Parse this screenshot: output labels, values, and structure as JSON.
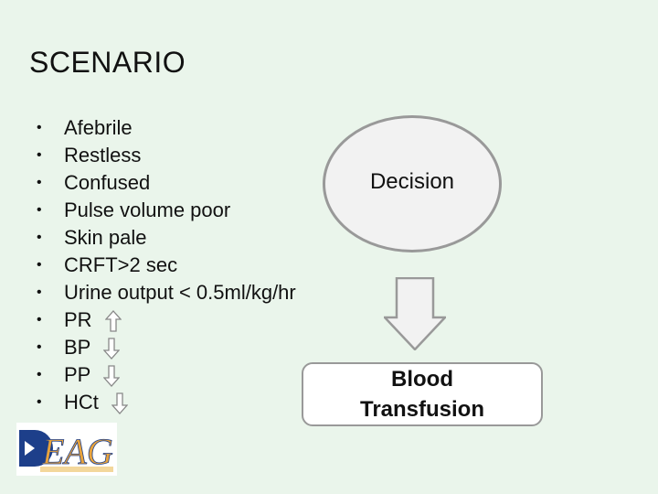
{
  "slide": {
    "title": "SCENARIO",
    "bullet_symbol": "•",
    "items": [
      {
        "text": "Afebrile",
        "trend": null
      },
      {
        "text": "Restless",
        "trend": null
      },
      {
        "text": "Confused",
        "trend": null
      },
      {
        "text": "Pulse volume poor",
        "trend": null
      },
      {
        "text": "Skin pale",
        "trend": null
      },
      {
        "text": "CRFT>2 sec",
        "trend": null
      },
      {
        "text": "Urine output < 0.5ml/kg/hr",
        "trend": null
      },
      {
        "text": "PR",
        "trend": "up"
      },
      {
        "text": "BP",
        "trend": "down"
      },
      {
        "text": "PP",
        "trend": "down"
      },
      {
        "text": "HCt",
        "trend": "down"
      }
    ],
    "decision_label": "Decision",
    "outcome_line1": "Blood",
    "outcome_line2": "Transfusion",
    "logo_text": "EAG"
  },
  "colors": {
    "background": "#eaf5eb",
    "shape_border": "#999999",
    "logo_blue": "#1d3f8a",
    "logo_orange": "#e8a33c"
  },
  "icons": {
    "trend_up": "up-arrow-outline-icon",
    "trend_down": "down-arrow-outline-icon",
    "flow": "down-arrow-icon"
  }
}
